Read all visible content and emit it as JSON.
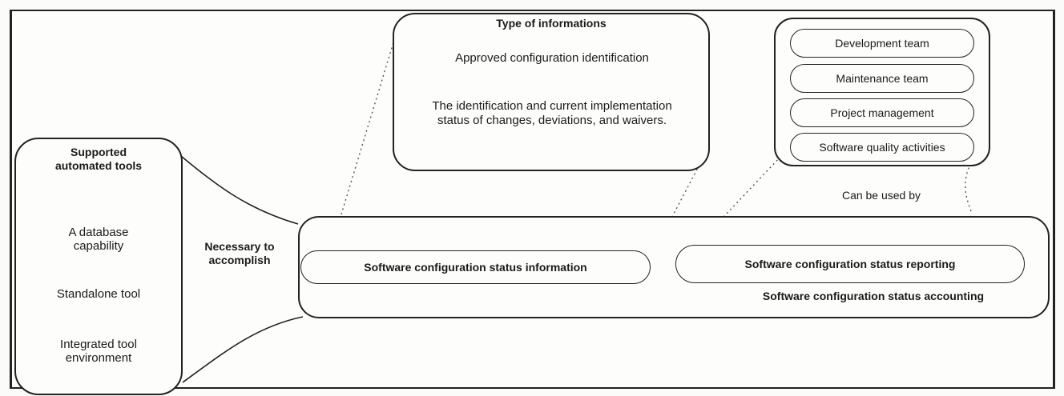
{
  "info_types": {
    "title": "Type of informations",
    "items": [
      "Approved configuration identification",
      "The identification and current implementation status of changes, deviations, and waivers."
    ]
  },
  "users": {
    "items": [
      "Development team",
      "Maintenance team",
      "Project management",
      "Software quality activities"
    ]
  },
  "tools": {
    "title": "Supported automated tools",
    "database": "A database capability",
    "standalone": "Standalone tool",
    "integrated": "Integrated tool environment"
  },
  "labels": {
    "necessary": "Necessary to accomplish",
    "can_be_used_by": "Can be used by"
  },
  "accounting": {
    "title": "Software configuration status accounting",
    "information": "Software configuration status information",
    "reporting": "Software configuration status reporting"
  }
}
